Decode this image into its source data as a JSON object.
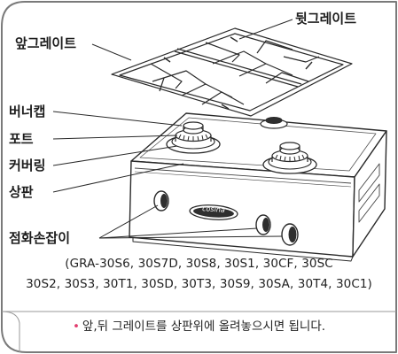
{
  "labels": {
    "front_grate": "앞그레이트",
    "rear_grate": "뒷그레이트",
    "burner_cap": "버너캡",
    "port": "포트",
    "cover_ring": "커버링",
    "top_plate": "상판",
    "ignition_knob": "점화손잡이"
  },
  "brand_plate": "cosina",
  "models": {
    "line1": "(GRA-30S6, 30S7D, 30S8, 30S1, 30CF, 30SC",
    "line2": "30S2, 30S3, 30T1, 30SD, 30T3, 30S9, 30SA, 30T4, 30C1)"
  },
  "note": {
    "bullet": "•",
    "text": "앞,뒤 그레이트를 상판위에 올려놓으시면 됩니다."
  },
  "colors": {
    "frame": "#7a7a7a",
    "bullet": "#e23d6e"
  }
}
